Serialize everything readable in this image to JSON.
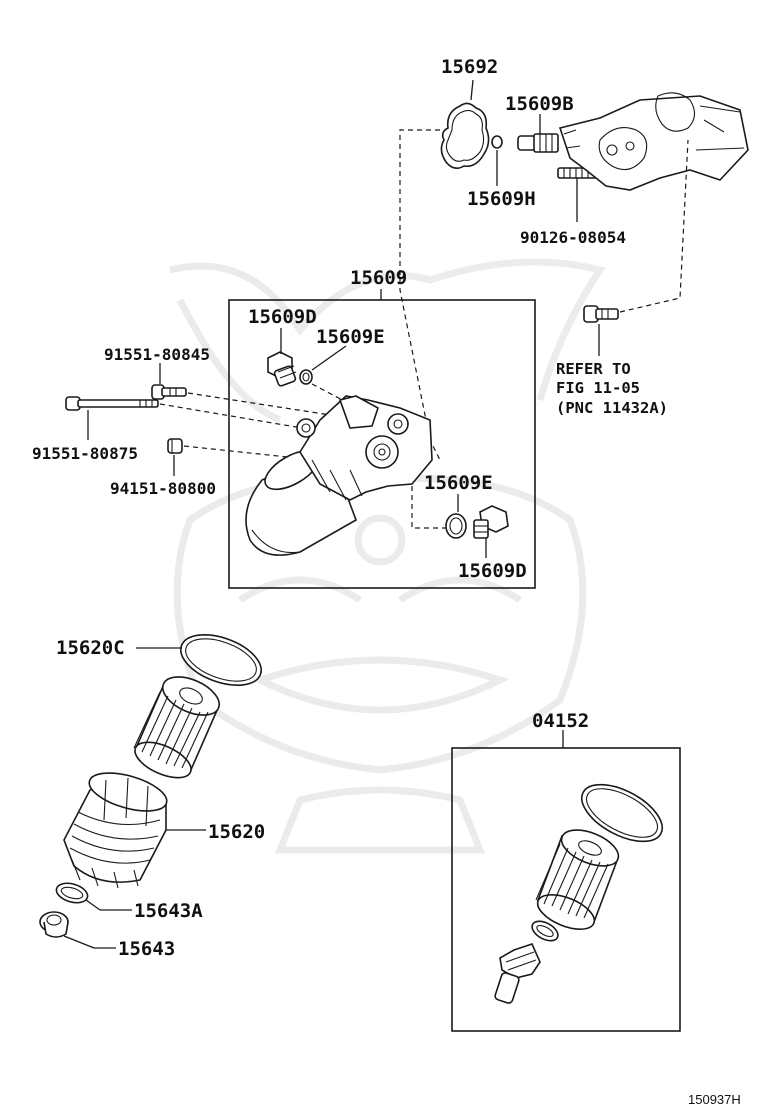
{
  "diagram": {
    "image_code": "150937H",
    "callouts": {
      "p15692": "15692",
      "p15609B": "15609B",
      "p15609H": "15609H",
      "p90126": "90126-08054",
      "p15609": "15609",
      "p15609D_top": "15609D",
      "p15609E_top": "15609E",
      "p91551_80845": "91551-80845",
      "p91551_80875": "91551-80875",
      "p94151_80800": "94151-80800",
      "p15609E_right": "15609E",
      "p15609D_right": "15609D",
      "p15620C": "15620C",
      "p15620": "15620",
      "p15643A": "15643A",
      "p15643": "15643",
      "p04152": "04152"
    },
    "reference_note": {
      "line1": "REFER TO",
      "line2": "FIG 11-05",
      "line3": "(PNC 11432A)"
    }
  }
}
